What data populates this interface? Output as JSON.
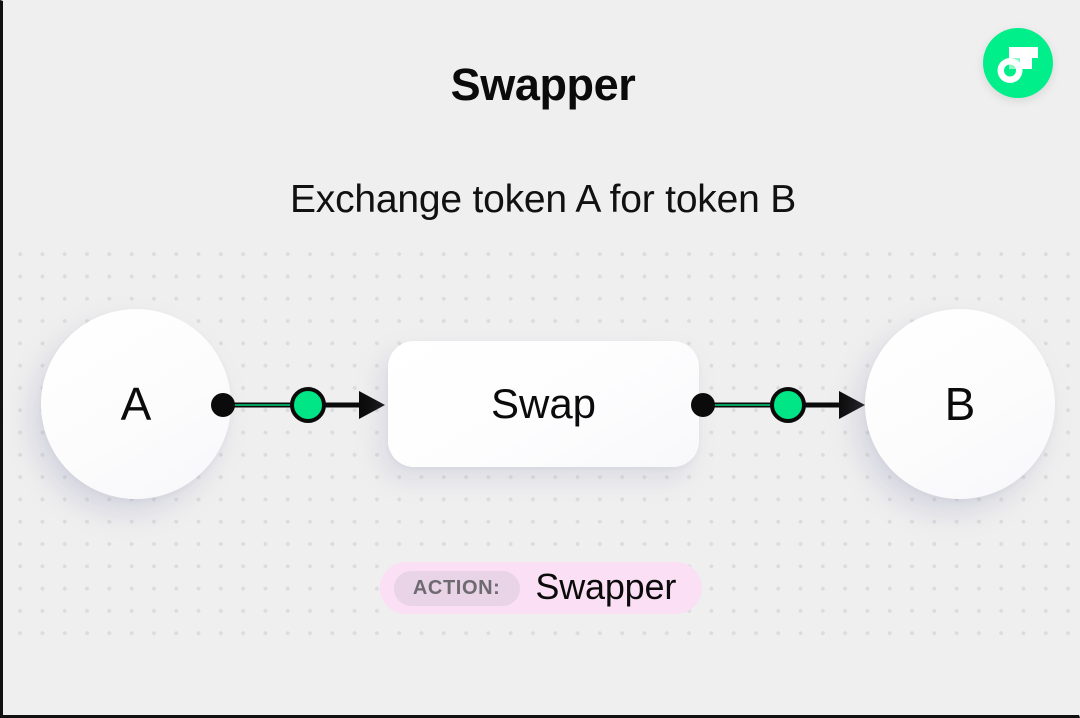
{
  "card": {
    "background_color": "#efefef",
    "dot_grid_color": "#dcdcdc"
  },
  "header": {
    "title": "Swapper",
    "subtitle": "Exchange token A for token B"
  },
  "brand": {
    "logo_name": "flow-logo-icon",
    "logo_color": "#00ef8b",
    "mark_color": "#ffffff"
  },
  "diagram": {
    "accent_color": "#00e585",
    "node_a": {
      "label": "A"
    },
    "process": {
      "label": "Swap"
    },
    "node_b": {
      "label": "B"
    },
    "connector_left": {
      "name": "arrow-a-to-swap"
    },
    "connector_right": {
      "name": "arrow-swap-to-b"
    }
  },
  "action_badge": {
    "key": "ACTION:",
    "value": "Swapper",
    "background_color": "#fbdff5",
    "key_background_color": "#e9d3e7",
    "key_text_color": "#6e6b70"
  }
}
